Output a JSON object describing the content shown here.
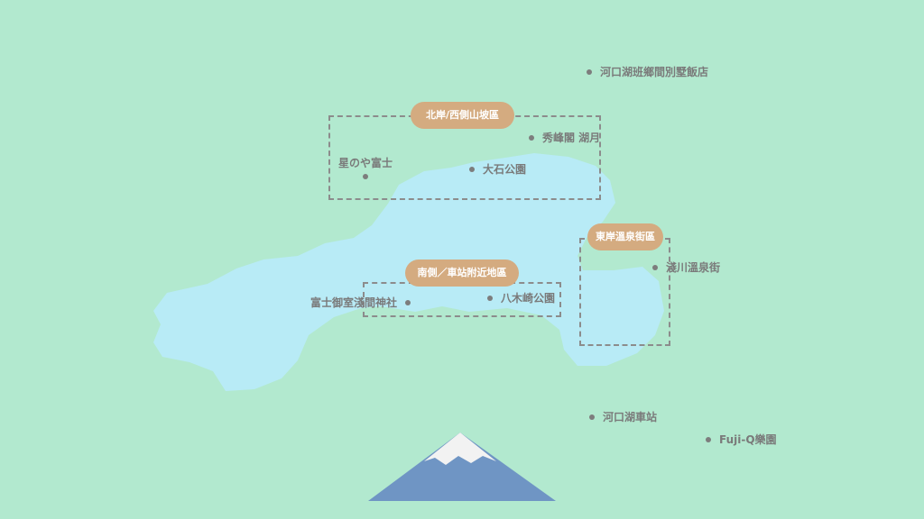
{
  "colors": {
    "land": "#b2e9cf",
    "lake": "#b8ebf6",
    "badge": "#d4ab80",
    "text": "#7a7a7a"
  },
  "areas": [
    {
      "label": "北岸/西側山坡區"
    },
    {
      "label": "南側／車站附近地區"
    },
    {
      "label": "東岸溫泉街區"
    }
  ],
  "places": [
    {
      "name": "河口湖班鄉間別墅飯店"
    },
    {
      "name": "秀峰閣 湖月"
    },
    {
      "name": "星のや富士"
    },
    {
      "name": "大石公園"
    },
    {
      "name": "富士御室淺間神社"
    },
    {
      "name": "八木崎公園"
    },
    {
      "name": "淺川溫泉街"
    },
    {
      "name": "河口湖車站"
    },
    {
      "name": "Fuji-Q樂園"
    }
  ]
}
